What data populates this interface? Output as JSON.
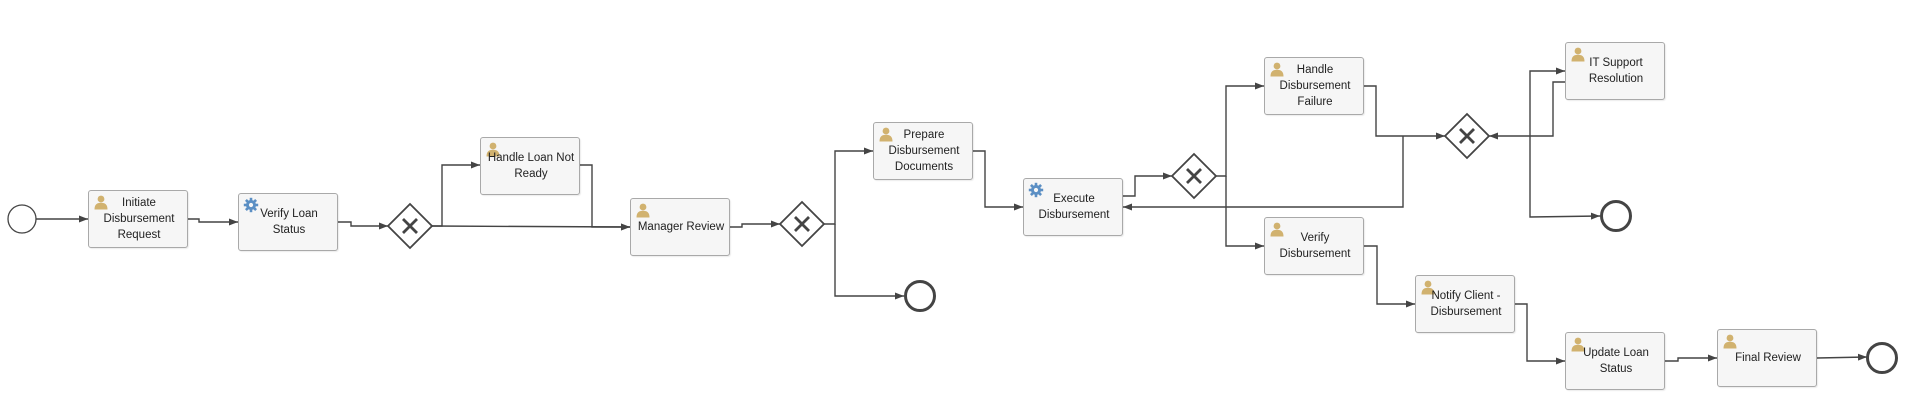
{
  "tasks": {
    "initiate_disbursement": {
      "label": "Initiate Disbursement Request",
      "kind": "user"
    },
    "verify_loan_status": {
      "label": "Verify Loan Status",
      "kind": "service"
    },
    "handle_loan_not_ready": {
      "label": "Handle Loan Not Ready",
      "kind": "user"
    },
    "manager_review": {
      "label": "Manager Review",
      "kind": "user"
    },
    "prepare_documents": {
      "label": "Prepare Disbursement Documents",
      "kind": "user"
    },
    "execute_disbursement": {
      "label": "Execute Disbursement",
      "kind": "service"
    },
    "handle_disbursement_failure": {
      "label": "Handle Disbursement Failure",
      "kind": "user"
    },
    "it_support_resolution": {
      "label": "IT Support Resolution",
      "kind": "user"
    },
    "verify_disbursement": {
      "label": "Verify Disbursement",
      "kind": "user"
    },
    "notify_client": {
      "label": "Notify Client - Disbursement",
      "kind": "user"
    },
    "update_loan_status": {
      "label": "Update Loan Status",
      "kind": "user"
    },
    "final_review": {
      "label": "Final Review",
      "kind": "user"
    }
  },
  "gateways": [
    "gateway_loan_status",
    "gateway_manager_decision",
    "gateway_execution_result",
    "gateway_failure_resolution"
  ],
  "events": [
    "start_event",
    "end_event_rejected",
    "end_event_failure",
    "end_event_complete"
  ],
  "colors": {
    "stroke": "#444444",
    "task_fill": "#f6f6f6",
    "task_border": "#a9a9a9",
    "user_icon": "#d1b26f",
    "service_icon": "#5b8fc4"
  }
}
